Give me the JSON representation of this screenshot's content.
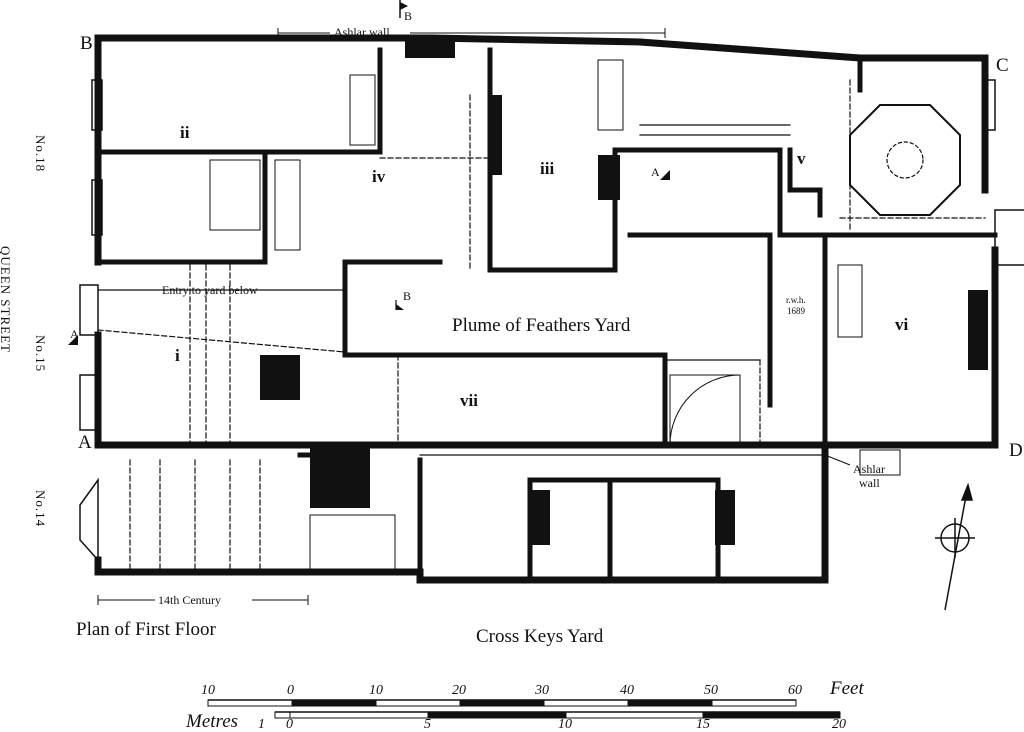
{
  "title": "Plan of First Floor",
  "streets": {
    "queen_street": "QUEEN STREET",
    "cross_keys_yard": "Cross Keys Yard",
    "plume_yard": "Plume of Feathers Yard"
  },
  "houses": {
    "no18": "No.18",
    "no15": "No.15",
    "no14": "No.14"
  },
  "rooms": {
    "i": "i",
    "ii": "ii",
    "iii": "iii",
    "iv": "iv",
    "v": "v",
    "vi": "vi",
    "vii": "vii"
  },
  "corners": {
    "a": "A",
    "b": "B",
    "c": "C",
    "d": "D"
  },
  "section_markers": {
    "a": "A",
    "b": "B"
  },
  "annotations": {
    "ashlar_wall_top": "Ashlar wall",
    "ashlar_wall_right_1": "Ashlar",
    "ashlar_wall_right_2": "wall",
    "entry_to_yard": "Entry to yard below",
    "century": "14th Century",
    "rwh_1": "r.w.h.",
    "rwh_2": "1689"
  },
  "scale": {
    "feet_label": "Feet",
    "metres_label": "Metres",
    "feet_ticks": [
      "10",
      "0",
      "10",
      "20",
      "30",
      "40",
      "50",
      "60"
    ],
    "metre_ticks": [
      "1",
      "0",
      "5",
      "10",
      "15",
      "20"
    ]
  },
  "north_arrow": "north-arrow-icon"
}
